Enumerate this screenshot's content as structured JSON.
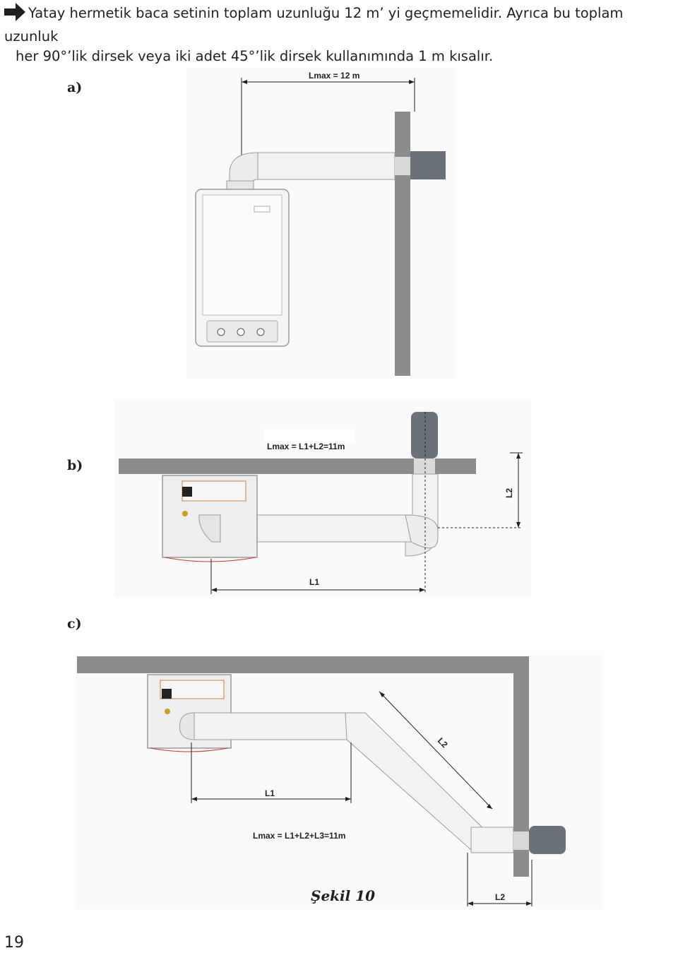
{
  "intro": {
    "line1": "Yatay hermetik baca setinin toplam uzunluğu 12 m’ yi geçmemelidir. Ayrıca bu toplam uzunluk",
    "line2": "her 90°’lik dirsek veya iki adet 45°’lik dirsek kullanımında 1 m kısalır."
  },
  "figures": {
    "a": {
      "label": "a)",
      "lmax": "Lmax = 12 m"
    },
    "b": {
      "label": "b)",
      "lmax": "Lmax = L1+L2=11m",
      "l1": "L1",
      "l2": "L2"
    },
    "c": {
      "label": "c)",
      "lmax": "Lmax = L1+L2+L3=11m",
      "l1": "L1",
      "l2_diag": "L2",
      "l2_bottom": "L2"
    }
  },
  "caption": "Şekil 10",
  "page_number": "19",
  "colors": {
    "wall": "#8c8c8c",
    "pipe": "#f2f2f2",
    "terminal": "#6b7178",
    "text": "#231f20"
  }
}
